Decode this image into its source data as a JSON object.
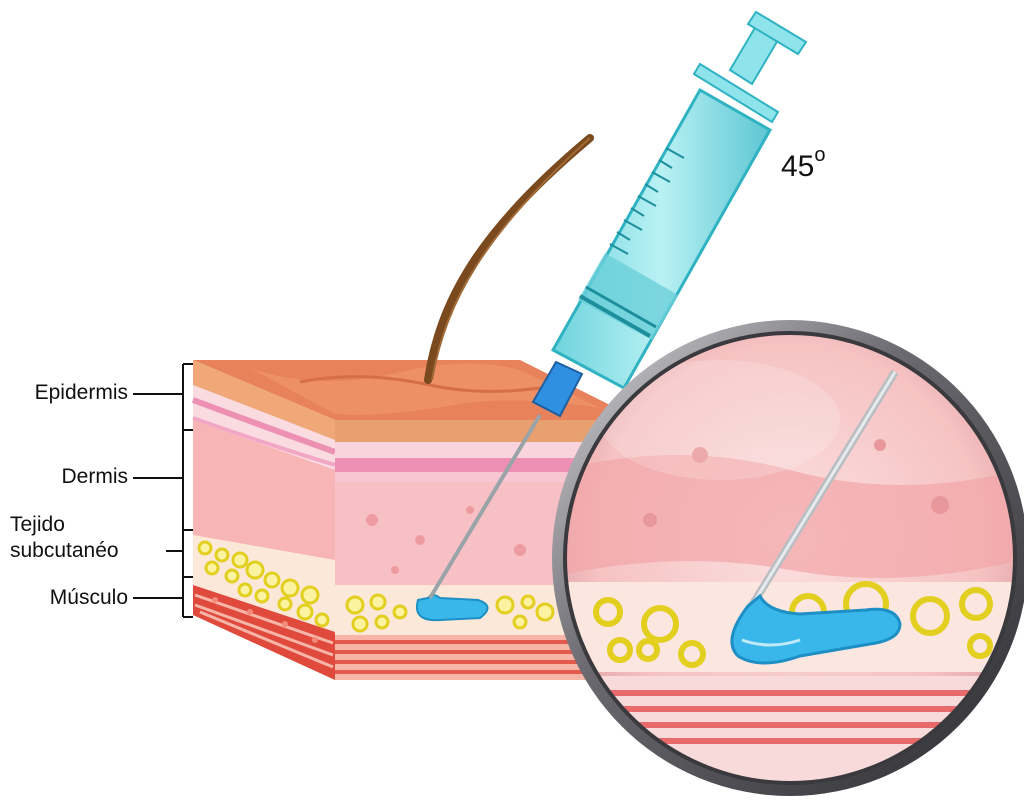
{
  "labels": {
    "epidermis": "Epidermis",
    "dermis": "Dermis",
    "tejido_line1": "Tejido",
    "tejido_line2": "subcutanéo",
    "musculo": "Músculo"
  },
  "angle": {
    "value": "45",
    "unit": "o"
  },
  "colors": {
    "epidermis_top": "#e8825a",
    "epidermis_band": "#f0a878",
    "dermis_pink": "#f7c0c4",
    "dermis_stripe": "#ee8fb4",
    "subcutaneous_fat": "#f2e23a",
    "muscle_red": "#e04a3c",
    "muscle_stripe": "#f7b5a8",
    "hair": "#7a4a1e",
    "syringe_barrel": "#8fe3ea",
    "syringe_dark": "#2fb3c3",
    "needle_hub": "#2f8fe0",
    "injected_fluid": "#3ab7ea",
    "magnifier_rim": "#6e6e72"
  }
}
